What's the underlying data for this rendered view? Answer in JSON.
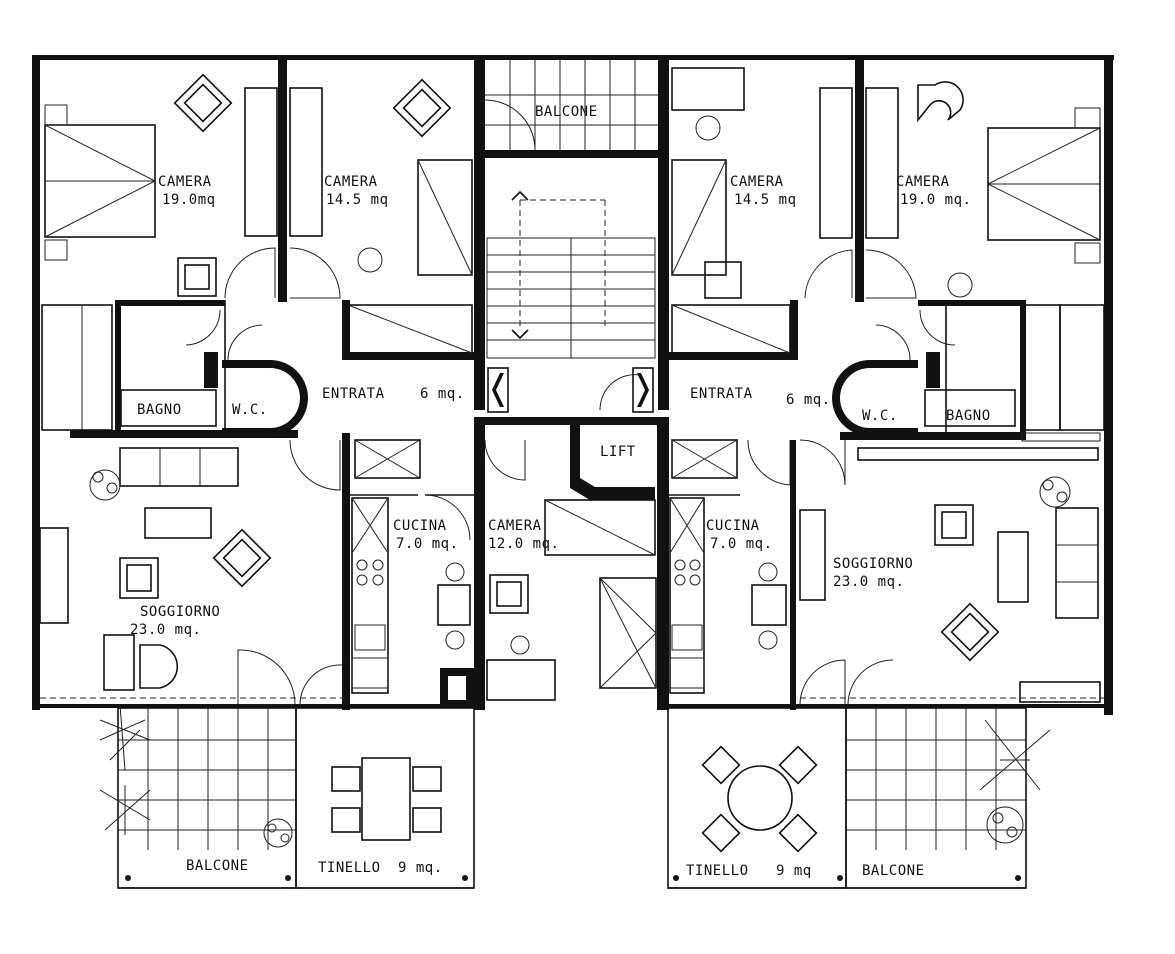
{
  "rooms": {
    "camera_1": {
      "name": "CAMERA",
      "area": "19.0mq"
    },
    "camera_2": {
      "name": "CAMERA",
      "area": "14.5 mq"
    },
    "balcone_top": {
      "name": "BALCONE"
    },
    "camera_3": {
      "name": "CAMERA",
      "area": "14.5 mq"
    },
    "camera_4": {
      "name": "CAMERA",
      "area": "19.0 mq."
    },
    "bagno_left": {
      "name": "BAGNO"
    },
    "wc_left": {
      "name": "W.C."
    },
    "entrata_left": {
      "name": "ENTRATA",
      "area": "6 mq."
    },
    "entrata_right": {
      "name": "ENTRATA",
      "area": "6 mq."
    },
    "wc_right": {
      "name": "W.C."
    },
    "bagno_right": {
      "name": "BAGNO"
    },
    "lift": {
      "name": "LIFT"
    },
    "cucina_left": {
      "name": "CUCINA",
      "area": "7.0 mq."
    },
    "camera_center": {
      "name": "CAMERA",
      "area": "12.0 mq."
    },
    "cucina_right": {
      "name": "CUCINA",
      "area": "7.0 mq."
    },
    "soggiorno_left": {
      "name": "SOGGIORNO",
      "area": "23.0 mq."
    },
    "soggiorno_right": {
      "name": "SOGGIORNO",
      "area": "23.0 mq."
    },
    "balcone_left": {
      "name": "BALCONE"
    },
    "tinello_left": {
      "name": "TINELLO",
      "area": "9 mq."
    },
    "tinello_right": {
      "name": "TINELLO",
      "area": "9 mq"
    },
    "balcone_right": {
      "name": "BALCONE"
    }
  }
}
